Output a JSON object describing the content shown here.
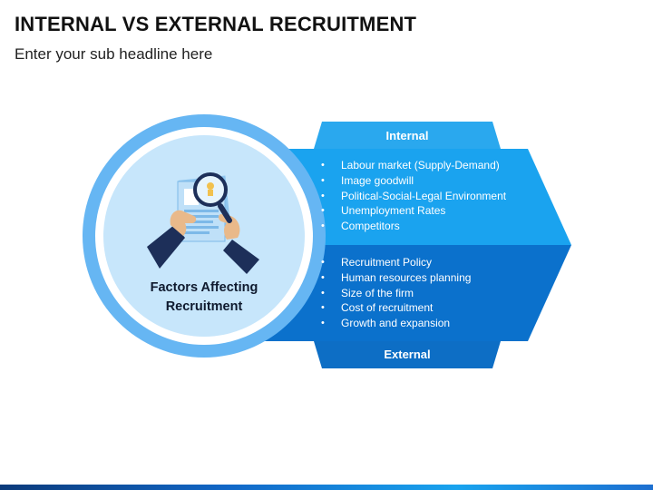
{
  "slide": {
    "title": "INTERNAL VS EXTERNAL RECRUITMENT",
    "subtitle": "Enter your sub headline here"
  },
  "center": {
    "label_line1": "Factors Affecting",
    "label_line2": "Recruitment",
    "illustration_icon": "magnifier-over-resume-icon"
  },
  "internal": {
    "label": "Internal",
    "items": [
      "Labour market (Supply-Demand)",
      "Image goodwill",
      "Political-Social-Legal Environment",
      "Unemployment  Rates",
      "Competitors"
    ]
  },
  "external": {
    "label": "External",
    "items": [
      "Recruitment Policy",
      "Human resources planning",
      "Size of the firm",
      "Cost of recruitment",
      "Growth and expansion"
    ]
  },
  "colors": {
    "internal_blue": "#1aa3ef",
    "internal_tab": "#2aa8ee",
    "external_blue": "#0b71cc",
    "external_tab": "#0d6ec5",
    "ring_outer": "#66b6f3",
    "ring_inner": "#c7e6fb"
  }
}
